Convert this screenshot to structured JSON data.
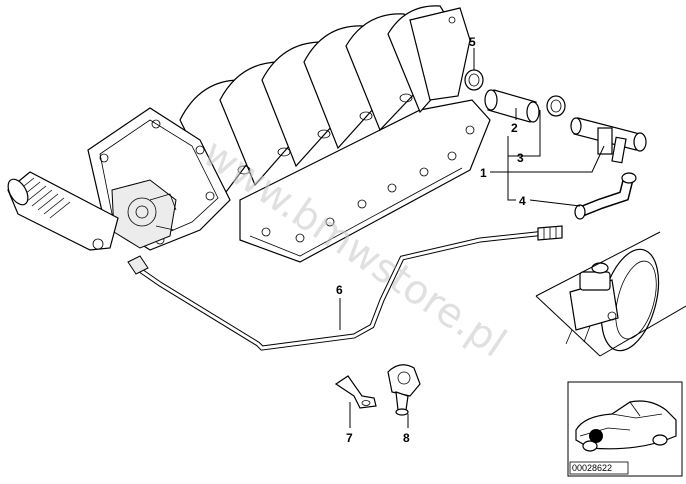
{
  "diagram": {
    "watermark": "www.bmwstore.pl",
    "reference_number": "00028622",
    "parts": [
      {
        "id": "1",
        "label": "1"
      },
      {
        "id": "2",
        "label": "2"
      },
      {
        "id": "3",
        "label": "3"
      },
      {
        "id": "4",
        "label": "4"
      },
      {
        "id": "5",
        "label": "5"
      },
      {
        "id": "6",
        "label": "6"
      },
      {
        "id": "7",
        "label": "7"
      },
      {
        "id": "8",
        "label": "8"
      }
    ]
  }
}
